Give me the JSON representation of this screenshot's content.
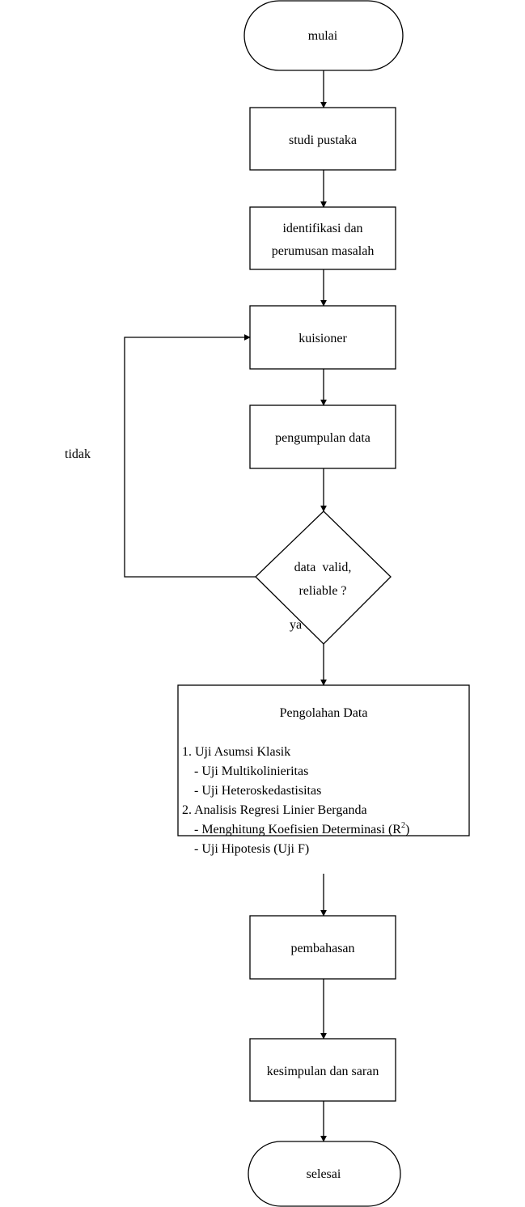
{
  "nodes": {
    "start": "mulai",
    "study": "studi pustaka",
    "identify_line1": "identifikasi dan",
    "identify_line2": "perumusan masalah",
    "questionnaire": "kuisioner",
    "collect": "pengumpulan data",
    "decision_line1": "data  valid,",
    "decision_line2": "reliable ?",
    "processing": {
      "title": "Pengolahan Data",
      "lines": [
        "1. Uji Asumsi Klasik",
        "- Uji Multikolinieritas",
        "- Uji Heteroskedastisitas",
        "2. Analisis Regresi Linier Berganda",
        "- Menghitung Koefisien Determinasi (R",
        "- Uji Hipotesis (Uji F)"
      ],
      "superscript": "2",
      "close_paren": ")"
    },
    "discussion": "pembahasan",
    "conclusion": "kesimpulan dan saran",
    "end": "selesai"
  },
  "edge_labels": {
    "no": "tidak",
    "yes": "ya"
  }
}
